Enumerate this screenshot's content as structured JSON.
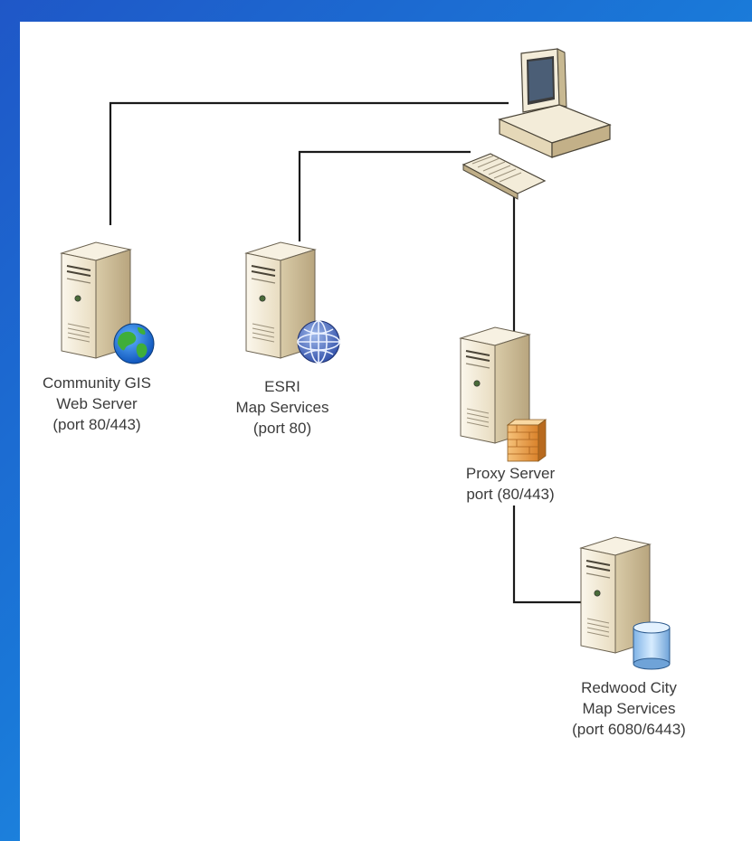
{
  "nodes": {
    "community_gis": {
      "lines": [
        "Community GIS",
        "Web Server",
        "(port 80/443)"
      ],
      "icon": "globe-icon"
    },
    "esri": {
      "lines": [
        "ESRI",
        "Map Services",
        "(port 80)"
      ],
      "icon": "network-globe-icon"
    },
    "proxy": {
      "lines": [
        "Proxy Server",
        "port (80/443)"
      ],
      "icon": "firewall-icon"
    },
    "redwood": {
      "lines": [
        "Redwood City",
        "Map Services",
        "(port 6080/6443)"
      ],
      "icon": "database-icon"
    },
    "client": {
      "icon": "desktop-computer-icon"
    }
  },
  "colors": {
    "background_gradient": [
      "#1f57c7",
      "#27a8ee"
    ],
    "connector": "#1a1a1a",
    "server_body": "#f2ead8",
    "text": "#3b3b3b"
  }
}
